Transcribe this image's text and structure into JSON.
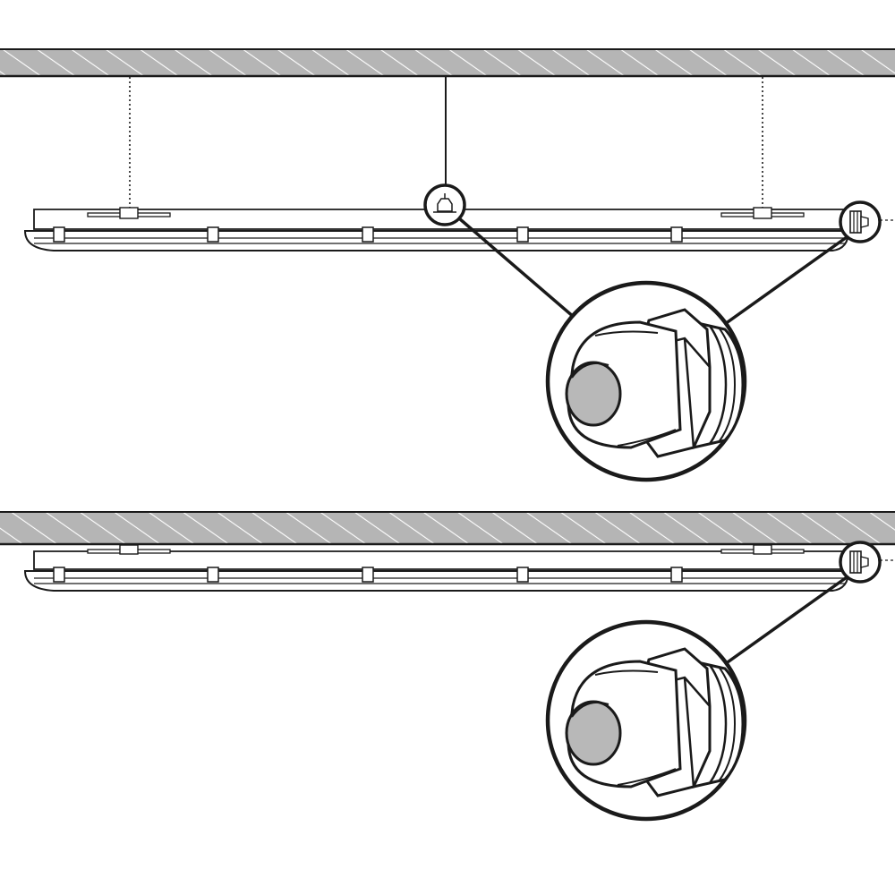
{
  "diagram": {
    "panels": [
      {
        "id": "suspended",
        "mounting": "suspended",
        "cable_entry": [
          "top-center",
          "right-end"
        ]
      },
      {
        "id": "surface",
        "mounting": "surface",
        "cable_entry": [
          "right-end"
        ]
      }
    ],
    "colors": {
      "ink": "#1a1a1a",
      "hatch_fill": "#b5b5b5",
      "gland_opening": "#b8b8b8",
      "background": "#ffffff"
    },
    "icons": [
      "ceiling-hatch",
      "luminaire",
      "cable-gland-icon",
      "magnifier-callout"
    ]
  }
}
